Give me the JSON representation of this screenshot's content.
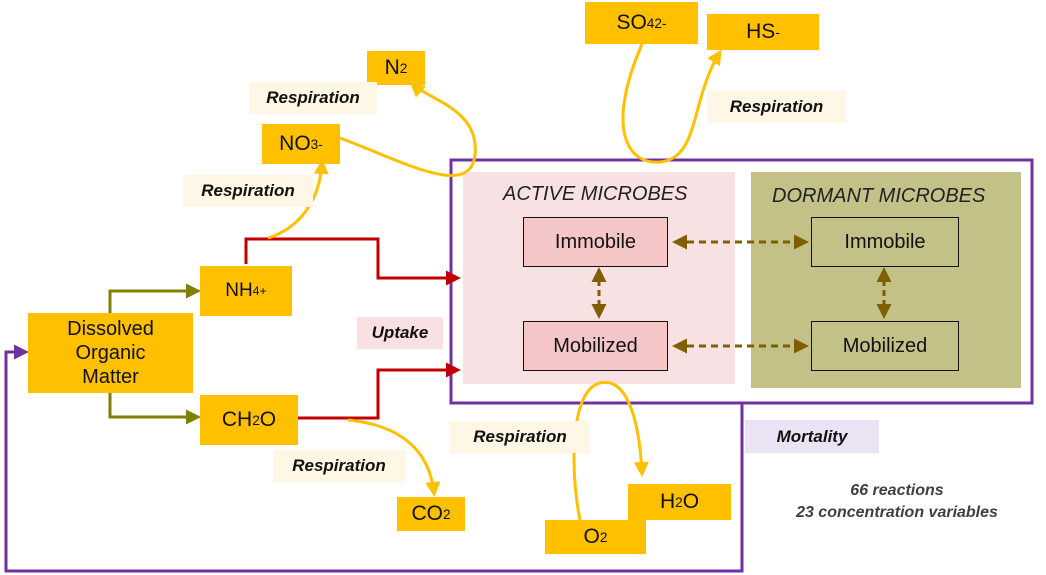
{
  "nodes": {
    "dom": {
      "line1": "Dissolved",
      "line2": "Organic",
      "line3": "Matter"
    },
    "nh4": {
      "base": "NH",
      "sub": "4",
      "sup": "+"
    },
    "ch2o": {
      "a": "CH",
      "sub": "2",
      "b": "O"
    },
    "no3": {
      "base": "NO",
      "sub": "3",
      "sup": "-"
    },
    "n2": {
      "base": "N",
      "sub": "2"
    },
    "so4": {
      "base": "SO",
      "sub": "4",
      "sup": "2-"
    },
    "hs": {
      "base": "HS",
      "sup": "-"
    },
    "co2": {
      "base": "CO",
      "sub": "2"
    },
    "o2": {
      "base": "O",
      "sub": "2"
    },
    "h2o": {
      "a": "H",
      "sub": "2",
      "b": "O"
    }
  },
  "labels": {
    "respiration_n2": "Respiration",
    "respiration_no3": "Respiration",
    "respiration_hs": "Respiration",
    "respiration_co2": "Respiration",
    "respiration_o2": "Respiration",
    "uptake": "Uptake",
    "mortality": "Mortality"
  },
  "microbes": {
    "active": {
      "title": "ACTIVE MICROBES",
      "immobile": "Immobile",
      "mobilized": "Mobilized"
    },
    "dormant": {
      "title": "DORMANT MICROBES",
      "immobile": "Immobile",
      "mobilized": "Mobilized"
    }
  },
  "notes": {
    "reactions": "66 reactions",
    "variables": "23 concentration variables"
  },
  "colors": {
    "node_fill": "#ffc000",
    "respiration_arrow": "#ffc000",
    "uptake_arrow": "#c00000",
    "production_arrow": "#7f7f00",
    "exchange_arrow": "#7f6000",
    "mortality_border": "#7030a0",
    "active_panel": "#f8e1e3",
    "dormant_panel": "#c3c088",
    "microbe_box": "#f4c6c8",
    "uptake_label_bg": "#f9e0e2",
    "mortality_label_bg": "#e9e3f3"
  }
}
